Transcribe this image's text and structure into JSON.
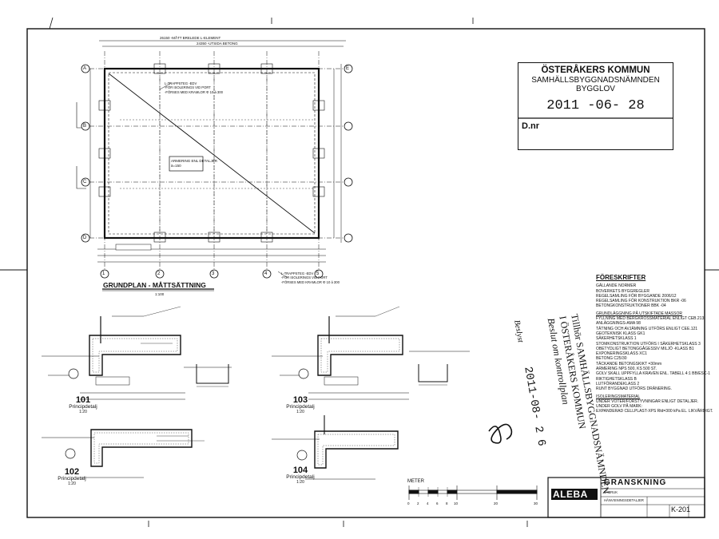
{
  "plan": {
    "title": "GRUNDPLAN - MÅTTSÄTTNING",
    "scale": "1:100",
    "note_top": "L-TRAPPSTEG -EDV\n-FÖR ISOLERINGS VID PORT\n-FÖRSES MED KRAMLOR Φ 10 á 300",
    "note_bottom": "L-TRAPPSTEG -EDV\n-FÖR ISOLERINGS VID PORT\n-FÖRSES MED KRAMLOR Φ 10 á 300",
    "diagonal_note": "ARMERING ENL DETALJER\nä=150",
    "grid_bottom": [
      "1",
      "2",
      "3",
      "4",
      "5"
    ],
    "grid_left": [
      "A",
      "B",
      "C",
      "D",
      "E"
    ],
    "dim_top": "26150 -MÅTT BRELEDE L-ELEMENT",
    "dim_top2": "24350 -UTSIDA BETONG"
  },
  "stamp": {
    "org": "ÖSTERÅKERS KOMMUN",
    "board": "SAMHÄLLSBYGGNADSNÄMNDEN",
    "type": "BYGGLOV",
    "date": "2011 -06- 28",
    "dnr": "D.nr"
  },
  "rotated_stamp": {
    "lines": [
      "Tillhör SAMHÄLLSBYGGNADSNÄMNDEN",
      "I ÖSTERÅKERS KOMMUN",
      "Beslut om kontrollplan"
    ],
    "label": "Beslyst",
    "date": "2011-08- 2 6"
  },
  "details": [
    {
      "num": "101",
      "caption": "Principdetalj",
      "scale": "1:20"
    },
    {
      "num": "103",
      "caption": "Principdetalj",
      "scale": "1:20"
    },
    {
      "num": "102",
      "caption": "Principdetalj",
      "scale": "1:20"
    },
    {
      "num": "104",
      "caption": "Principdetalj",
      "scale": "1:20"
    }
  ],
  "notes": {
    "title": "FÖRESKRIFTER",
    "lines": [
      {
        "t": "GÄLLANDE NORMER",
        "k": ""
      },
      {
        "t": "BOVERKETS BYGGREGLER",
        "k": ""
      },
      {
        "t": "REGELSAMLING FÖR BYGGANDE 2006/12",
        "k": ""
      },
      {
        "t": "REGELSAMLING FÖR KONSTRUKTION BKR -06",
        "k": ""
      },
      {
        "t": "BETONGKONSTRUKTIONER BBK -04",
        "k": ""
      },
      {
        "t": "GRUNDLÄGGNING PÅ UTSKIFTADE MASSOR",
        "k": "u"
      },
      {
        "t": "FYLLNING MED BERGKROSSMATERIAL ENLIGT CEB.213,",
        "k": ""
      },
      {
        "t": "ANLÄGGNINGS-AMA 98",
        "k": ""
      },
      {
        "t": "TÄTNING OCH AVJÄMNING UTFÖRS ENLIGT CEE.121",
        "k": ""
      },
      {
        "t": "GEOTEKNISK KLASS GK1",
        "k": ""
      },
      {
        "t": "SÄKERHETSKLASS 1",
        "k": ""
      },
      {
        "t": "STOMKONSTRUKTION UTFÖRS I SÄKERHETSKLASS 3",
        "k": ""
      },
      {
        "t": "OBETYDLIGT BETONGGÅGESSIV MILJÖ -KLASS B1",
        "k": ""
      },
      {
        "t": "EXPONERINGSKLASS XC1",
        "k": ""
      },
      {
        "t": "BETONG C25/30",
        "k": ""
      },
      {
        "t": "TÄCKANDE BETONGSKIKT =30mm",
        "k": ""
      },
      {
        "t": "ARMERING NPS 500, KS 500 ST.",
        "k": ""
      },
      {
        "t": "GOLV SKALL UPPFYLLA KRAVEN ENL. TABELL 4:1 BB/ESC-1",
        "k": ""
      },
      {
        "t": "RIKTIGHETSKLASS B",
        "k": ""
      },
      {
        "t": "LUTFÖRANDEKLASS 2",
        "k": ""
      },
      {
        "t": "RUNT BYGGNAD UTFÖRS DRÄNERING.",
        "k": ""
      },
      {
        "t": "ISOLERINGSMATERIAL",
        "k": "u"
      },
      {
        "t": "UNDER VOTER/FÖRSTYVNINGAR ENLIGT DETALJER.",
        "k": ""
      },
      {
        "t": "UNDER GOLV PÅ MARK:",
        "k": ""
      },
      {
        "t": "EXPANDERAD CELLPLAST-XPS      Rtd=300 kPa EL. LIKVÄRDIGT.",
        "k": ""
      }
    ]
  },
  "scale_bar": {
    "label": "METER",
    "ticks": [
      "0",
      "2",
      "4",
      "6",
      "8",
      "10",
      "20",
      "30"
    ]
  },
  "title_block": {
    "logo": "ALEBA",
    "status": "GRANSKNING",
    "small1": "TÄBRUK",
    "small2": "HÄNVISNINGSDETALJER",
    "drawing_no": "K-201"
  }
}
